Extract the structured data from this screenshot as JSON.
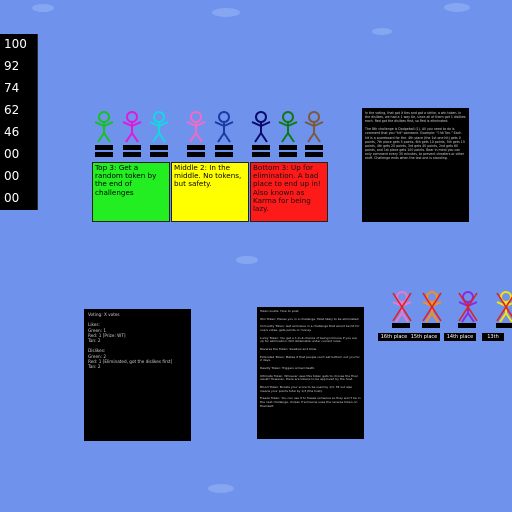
{
  "scores": [
    "100",
    "92",
    "74",
    "62",
    "46",
    "00",
    "00",
    "00"
  ],
  "contestants": [
    {
      "color": "#16c21d",
      "tags": [
        "",
        ""
      ]
    },
    {
      "color": "#e01ad8",
      "tags": [
        "",
        ""
      ]
    },
    {
      "color": "#15d6e2",
      "tags": [
        "",
        ""
      ]
    },
    {
      "color": "#f06ac9",
      "tags": [
        "",
        ""
      ]
    },
    {
      "color": "#1b3aa8",
      "tags": [
        "",
        ""
      ]
    },
    {
      "color": "#0b0b6b",
      "tags": [
        "",
        ""
      ]
    },
    {
      "color": "#0d7a1a",
      "tags": [
        "",
        ""
      ]
    },
    {
      "color": "#7a5a3a",
      "tags": [
        "",
        ""
      ]
    }
  ],
  "tiers": [
    {
      "text": "Top 3: Get a random token by the end of challenges",
      "color": "#22ee22"
    },
    {
      "text": "Middle 2: In the middle. No tokens, but safety.",
      "color": "#ffff00"
    },
    {
      "text": "Bottom 3: Up for elimination. A bad place to end up in! Also known as Karma for being lazy.",
      "color": "#ff1a1a"
    }
  ],
  "rules_text": "In the voting, that got it ties and got a strike, a win token. In the dislikes, we had a 1 way tie, since all of them got 1 dislikes each. Red got the dislikes first, so Red is eliminated.\n\nThe 8th challenge is Dodgeball (1). All you need to do is comment that you \"hit\" someone. Example: \"I hit Tan.\" Each hit is a scoreboard for the. 4th place (the 1st one hit) gets 0 points, 7th place gets 5 points, 6th gets 10 points, 5th gets 15 points, 4th gets 20 points, 3rd gets 40 points, 2nd gets 60 points, and 1st place gets 100 points. Bear in mind you can only comment every 30 minutes, to prevent cheaters or other stuff. Challenge ends when the last one is standing.",
  "voting_text": "Voting: X votes\n\nLikes:\nGreen: 1\nRed: 1 [Prize: WT]\nTan: 2\n\nDislikes:\nGreen: 2\nRed: 1 [Eliminated, got the dislikes first]\nTan: 2",
  "tokens_text": "Token Guide: How to post:\n\nWin Token: Places you in a challenge. Most likely to be eliminated.\n\nImmunity Token: Get exclusive in a challenge that would be hit for one's votes, gets points or money.\n\nLucky Token: You get a 1-in-6 chance of being immune if you are up for elimination. Not obtainable under current rules.\n\nReverse the Token: Swallow and blow.\n\nExtended Token: Makes it that people can't eat bottom out you for 2 days.\n\nDeadly Token: Triggers armed death.\n\nUltimate Token: Whoever uses this token gets to choose the final result! However, there are tokens to be approved by the host.\n\nBlood Token: Boosts your score to be used by 1/3, fill out also means your points total by 1/3 (the host).\n\nFreeze Token: You can use it to freeze someone so they won't be in the next challenge. Unless if someone uses the reverse token on themself.",
  "eliminated": [
    {
      "place": "16th place",
      "color": "#ee77cc"
    },
    {
      "place": "15th place",
      "color": "#ff8c1a"
    },
    {
      "place": "14th place",
      "color": "#8a2be2"
    },
    {
      "place": "13th place",
      "color": "#f5e30a"
    }
  ]
}
